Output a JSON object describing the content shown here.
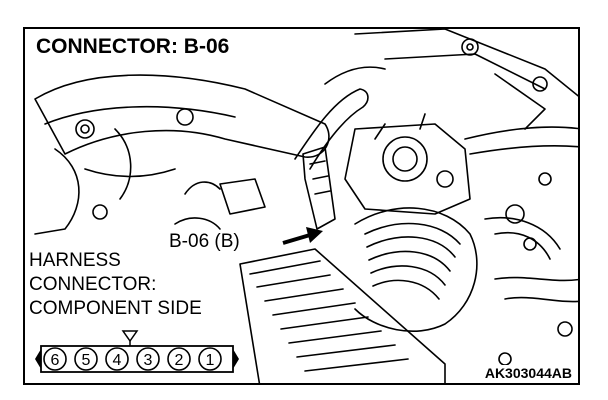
{
  "diagram": {
    "title": "CONNECTOR: B-06",
    "callout_label": "B-06 (B)",
    "harness_label": {
      "line1": "HARNESS",
      "line2": "CONNECTOR:",
      "line3": "COMPONENT SIDE"
    },
    "connector_pins": [
      "6",
      "5",
      "4",
      "3",
      "2",
      "1"
    ],
    "marked_pin": "4",
    "figure_code": "AK303044AB"
  }
}
